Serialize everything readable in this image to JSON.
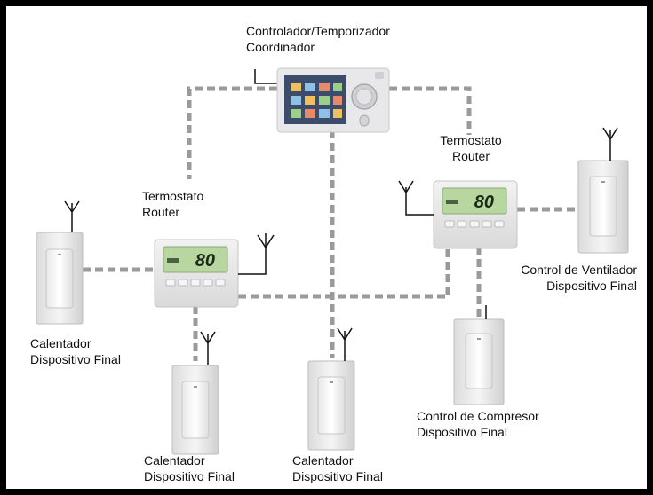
{
  "nodes": {
    "controller": {
      "line1": "Controlador/Temporizador",
      "line2": "Coordinador"
    },
    "thermostat_left": {
      "line1": "Termostato",
      "line2": "Router",
      "display": "80"
    },
    "thermostat_right": {
      "line1": "Termostato",
      "line2": "Router",
      "display": "80"
    },
    "heater_left": {
      "line1": "Calentador",
      "line2": "Dispositivo Final"
    },
    "heater_bottom_left": {
      "line1": "Calentador",
      "line2": "Dispositivo Final"
    },
    "heater_bottom_center": {
      "line1": "Calentador",
      "line2": "Dispositivo Final"
    },
    "fan_control": {
      "line1": "Control de Ventilador",
      "line2": "Dispositivo Final"
    },
    "compressor_control": {
      "line1": "Control de Compresor",
      "line2": "Dispositivo Final"
    }
  },
  "colors": {
    "link": "#9a9a9a",
    "device_body": "#e6e6e6",
    "lcd": "#b8d7a0",
    "frame": "#000000"
  }
}
